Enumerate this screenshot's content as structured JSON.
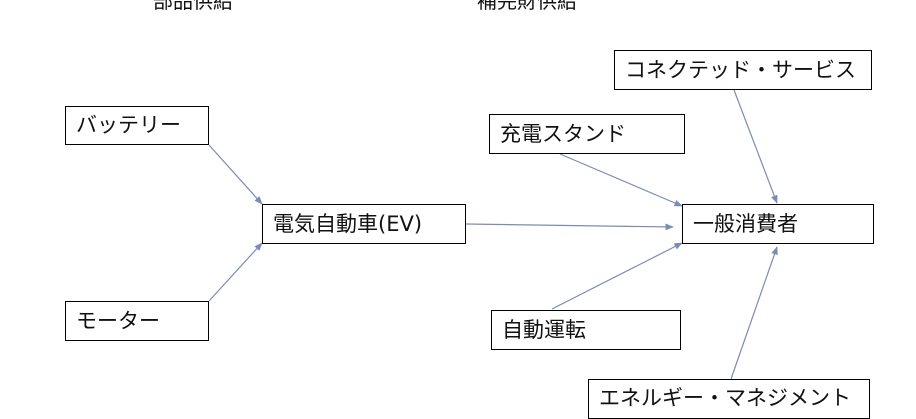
{
  "headings": {
    "parts_supply": "部品供給",
    "complement_supply": "補完財供給"
  },
  "nodes": {
    "battery": "バッテリー",
    "motor": "モーター",
    "ev": "電気自動車(EV)",
    "charging_stand": "充電スタンド",
    "autonomous_driving": "自動運転",
    "consumer": "一般消費者",
    "connected_services": "コネクテッド・サービス",
    "energy_management": "エネルギー・マネジメント"
  },
  "edges": [
    {
      "from": "battery",
      "to": "ev"
    },
    {
      "from": "motor",
      "to": "ev"
    },
    {
      "from": "ev",
      "to": "consumer"
    },
    {
      "from": "charging_stand",
      "to": "consumer"
    },
    {
      "from": "autonomous_driving",
      "to": "consumer"
    },
    {
      "from": "connected_services",
      "to": "consumer"
    },
    {
      "from": "energy_management",
      "to": "consumer"
    }
  ],
  "colors": {
    "arrow": "#7a8bb5",
    "box_border": "#000000",
    "text": "#111111"
  }
}
